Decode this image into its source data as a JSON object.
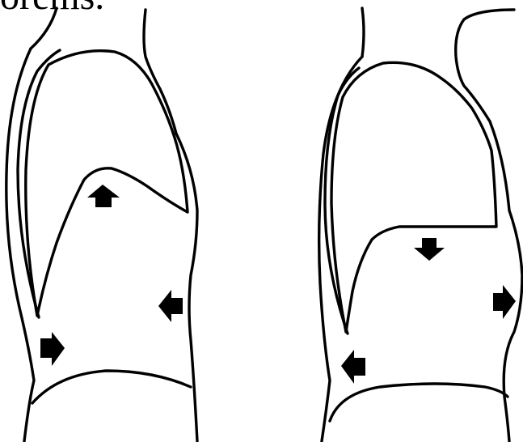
{
  "caption": {
    "text": "orems."
  },
  "panels": [
    {
      "id": "left",
      "diaphragm": "domed-up",
      "arrows": [
        "up",
        "left",
        "right"
      ]
    },
    {
      "id": "right",
      "diaphragm": "flattened-down",
      "arrows": [
        "down",
        "right",
        "left"
      ]
    }
  ],
  "style": {
    "line_color": "#000000",
    "background": "#ffffff"
  }
}
